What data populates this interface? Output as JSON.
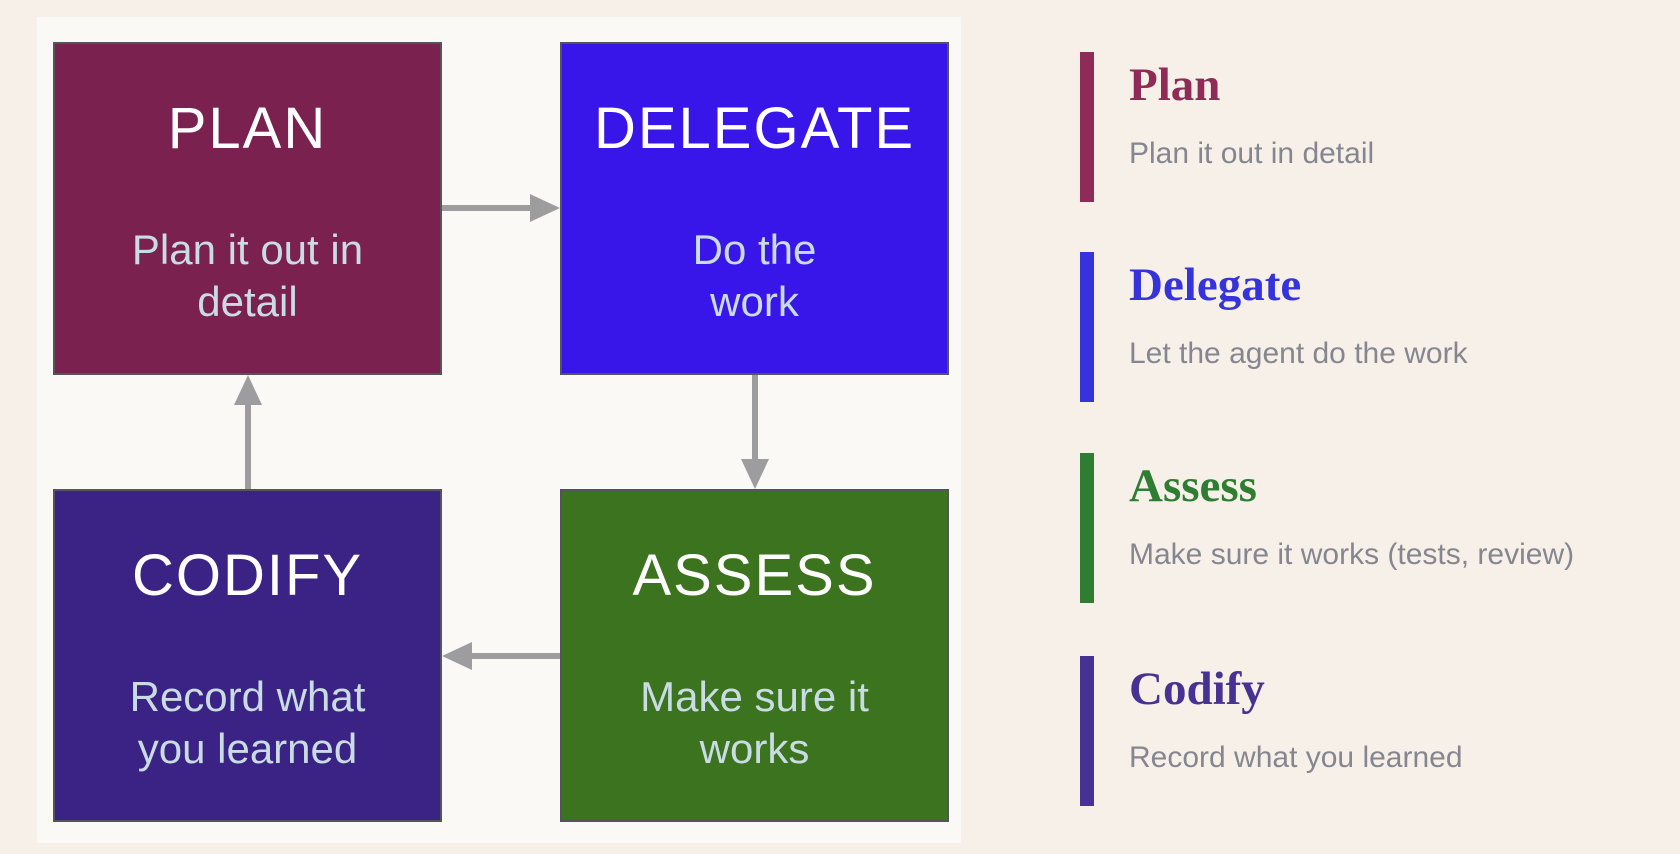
{
  "page": {
    "background": "#f7f0e9",
    "panel_background": "#fbf9f6"
  },
  "diagram": {
    "arrow_color": "#9d9da0",
    "node_border_color": "#54545a",
    "node_title_color": "#ffffff",
    "node_subtitle_color": "#c9dce3",
    "nodes": [
      {
        "id": "plan",
        "title": "PLAN",
        "subtitle": "Plan it out in\ndetail",
        "color": "#7a2150"
      },
      {
        "id": "delegate",
        "title": "DELEGATE",
        "subtitle": "Do the\nwork",
        "color": "#3816ea"
      },
      {
        "id": "codify",
        "title": "CODIFY",
        "subtitle": "Record what\nyou learned",
        "color": "#3a2384"
      },
      {
        "id": "assess",
        "title": "ASSESS",
        "subtitle": "Make sure it\nworks",
        "color": "#3c731e"
      }
    ],
    "connections": [
      {
        "from": "plan",
        "to": "delegate"
      },
      {
        "from": "delegate",
        "to": "assess"
      },
      {
        "from": "assess",
        "to": "codify"
      },
      {
        "from": "codify",
        "to": "plan"
      }
    ]
  },
  "legend": {
    "description_color": "#85868f",
    "items": [
      {
        "title": "Plan",
        "description": "Plan it out in detail",
        "accent": "#8e2c57"
      },
      {
        "title": "Delegate",
        "description": "Let the agent do the work",
        "accent": "#3633dd"
      },
      {
        "title": "Assess",
        "description": "Make sure it works (tests, review)",
        "accent": "#2e7d33"
      },
      {
        "title": "Codify",
        "description": "Record what you learned",
        "accent": "#453293"
      }
    ]
  }
}
